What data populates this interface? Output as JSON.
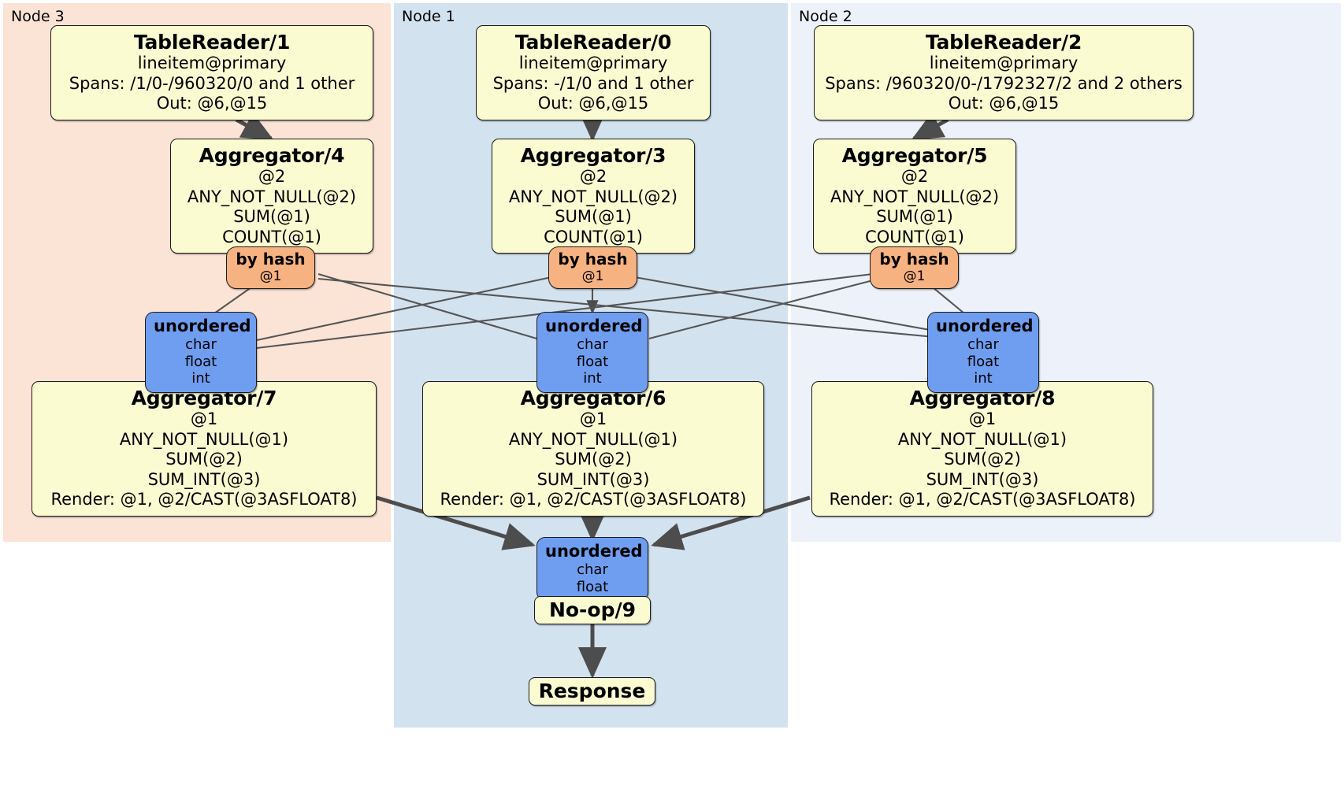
{
  "diagram": {
    "kind": "distributed-query-plan",
    "colors": {
      "processor_fill": "#fbfbd2",
      "router_fill": "#f7b281",
      "synchronizer_fill": "#6f9ef0",
      "node3_panel": "#fbe3d6",
      "node1_panel": "#d3e2ef",
      "node2_panel": "#ecf1fa",
      "edge_stroke": "#4d4d4d",
      "border": "#1a1a1a"
    }
  },
  "panels": [
    {
      "id": "node3",
      "label": "Node 3",
      "fill": "#fbe3d6"
    },
    {
      "id": "node1",
      "label": "Node 1",
      "fill": "#d3e2ef"
    },
    {
      "id": "node2",
      "label": "Node 2",
      "fill": "#ecf1fa"
    }
  ],
  "processors": {
    "table_reader_1": {
      "title": "TableReader/1",
      "lines": [
        "lineitem@primary",
        "Spans: /1/0-/960320/0 and 1 other",
        "Out: @6,@15"
      ]
    },
    "table_reader_0": {
      "title": "TableReader/0",
      "lines": [
        "lineitem@primary",
        "Spans: -/1/0 and 1 other",
        "Out: @6,@15"
      ]
    },
    "table_reader_2": {
      "title": "TableReader/2",
      "lines": [
        "lineitem@primary",
        "Spans: /960320/0-/1792327/2 and 2 others",
        "Out: @6,@15"
      ]
    },
    "aggregator_4": {
      "title": "Aggregator/4",
      "lines": [
        "@2",
        "ANY_NOT_NULL(@2)",
        "SUM(@1)",
        "COUNT(@1)"
      ]
    },
    "aggregator_3": {
      "title": "Aggregator/3",
      "lines": [
        "@2",
        "ANY_NOT_NULL(@2)",
        "SUM(@1)",
        "COUNT(@1)"
      ]
    },
    "aggregator_5": {
      "title": "Aggregator/5",
      "lines": [
        "@2",
        "ANY_NOT_NULL(@2)",
        "SUM(@1)",
        "COUNT(@1)"
      ]
    },
    "aggregator_7": {
      "title": "Aggregator/7",
      "lines": [
        "@1",
        "ANY_NOT_NULL(@1)",
        "SUM(@2)",
        "SUM_INT(@3)",
        "Render: @1, @2/CAST(@3ASFLOAT8)"
      ]
    },
    "aggregator_6": {
      "title": "Aggregator/6",
      "lines": [
        "@1",
        "ANY_NOT_NULL(@1)",
        "SUM(@2)",
        "SUM_INT(@3)",
        "Render: @1, @2/CAST(@3ASFLOAT8)"
      ]
    },
    "aggregator_8": {
      "title": "Aggregator/8",
      "lines": [
        "@1",
        "ANY_NOT_NULL(@1)",
        "SUM(@2)",
        "SUM_INT(@3)",
        "Render: @1, @2/CAST(@3ASFLOAT8)"
      ]
    },
    "noop_9": {
      "title": "No-op/9"
    },
    "response": {
      "title": "Response"
    }
  },
  "routers": {
    "by_hash_4": {
      "title": "by hash",
      "lines": [
        "@1"
      ]
    },
    "by_hash_3": {
      "title": "by hash",
      "lines": [
        "@1"
      ]
    },
    "by_hash_5": {
      "title": "by hash",
      "lines": [
        "@1"
      ]
    }
  },
  "synchronizers": {
    "unordered_left": {
      "title": "unordered",
      "lines": [
        "char",
        "float",
        "int"
      ]
    },
    "unordered_mid": {
      "title": "unordered",
      "lines": [
        "char",
        "float",
        "int"
      ]
    },
    "unordered_right": {
      "title": "unordered",
      "lines": [
        "char",
        "float",
        "int"
      ]
    },
    "unordered_final": {
      "title": "unordered",
      "lines": [
        "char",
        "float"
      ]
    }
  }
}
